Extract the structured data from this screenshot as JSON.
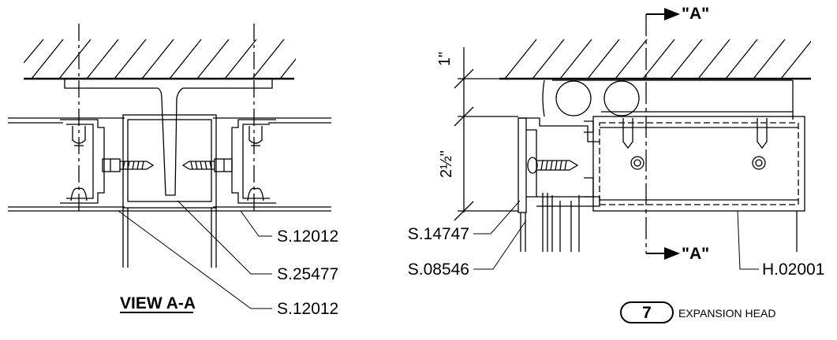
{
  "left_view": {
    "title": "VIEW A-A",
    "callouts": [
      {
        "id": "c1",
        "text": "S.12012"
      },
      {
        "id": "c2",
        "text": "S.25477"
      },
      {
        "id": "c3",
        "text": "S.12012"
      }
    ]
  },
  "right_view": {
    "section_mark_top": "\"A\"",
    "section_mark_bottom": "\"A\"",
    "dim_top": "1\"",
    "dim_main": "2½\"",
    "callouts": [
      {
        "id": "r1",
        "text": "S.14747"
      },
      {
        "id": "r2",
        "text": "S.08546"
      },
      {
        "id": "r3",
        "text": "H.02001"
      }
    ],
    "detail_number": "7",
    "detail_title": "EXPANSION HEAD"
  }
}
